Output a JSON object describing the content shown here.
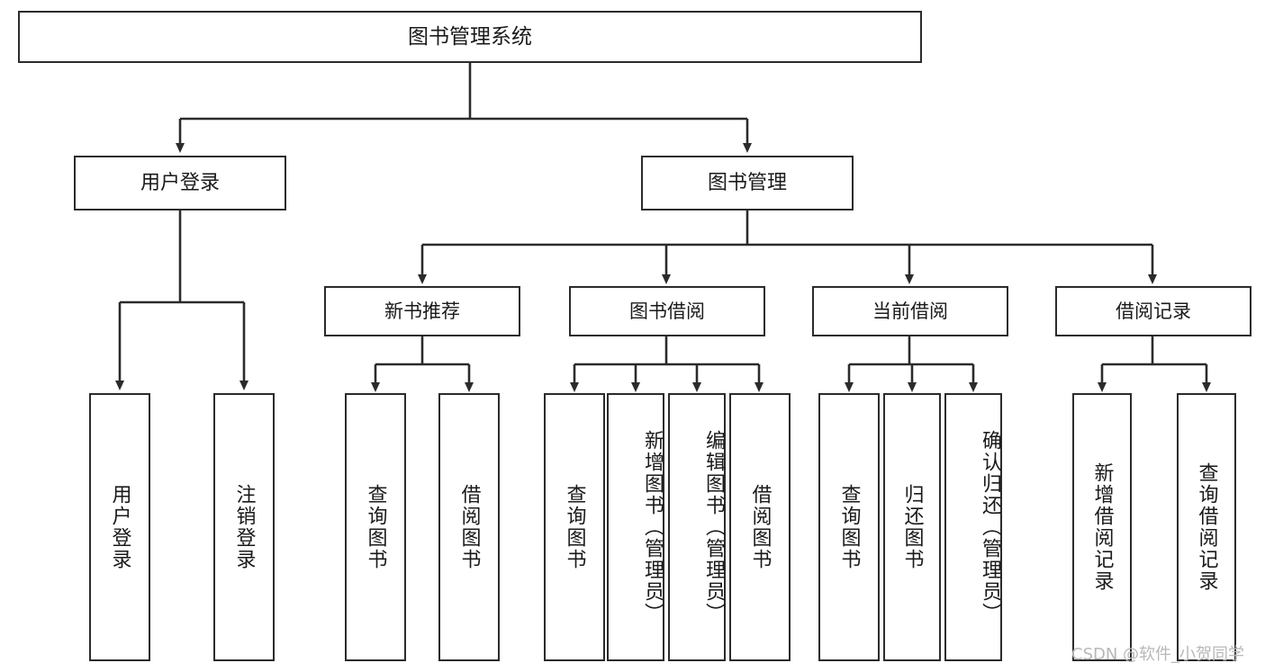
{
  "diagram": {
    "type": "tree-flowchart",
    "title": "图书管理系统",
    "root": {
      "id": "root",
      "label": "图书管理系统"
    },
    "level1": [
      {
        "id": "user-login",
        "label": "用户登录"
      },
      {
        "id": "book-manage",
        "label": "图书管理"
      }
    ],
    "level2": [
      {
        "id": "new-book-rec",
        "label": "新书推荐",
        "parent": "book-manage"
      },
      {
        "id": "book-borrow",
        "label": "图书借阅",
        "parent": "book-manage"
      },
      {
        "id": "current-borrow",
        "label": "当前借阅",
        "parent": "book-manage"
      },
      {
        "id": "borrow-record",
        "label": "借阅记录",
        "parent": "book-manage"
      }
    ],
    "leaves": [
      {
        "id": "leaf-user-login",
        "label": "用户登录",
        "parent": "user-login"
      },
      {
        "id": "leaf-user-logout",
        "label": "注销登录",
        "parent": "user-login"
      },
      {
        "id": "leaf-query-book-1",
        "label": "查询图书",
        "parent": "new-book-rec"
      },
      {
        "id": "leaf-borrow-book-1",
        "label": "借阅图书",
        "parent": "new-book-rec"
      },
      {
        "id": "leaf-query-book-2",
        "label": "查询图书",
        "parent": "book-borrow"
      },
      {
        "id": "leaf-add-book",
        "label": "新增图书（管理员）",
        "parent": "book-borrow"
      },
      {
        "id": "leaf-edit-book",
        "label": "编辑图书（管理员）",
        "parent": "book-borrow"
      },
      {
        "id": "leaf-borrow-book-2",
        "label": "借阅图书",
        "parent": "book-borrow"
      },
      {
        "id": "leaf-query-book-3",
        "label": "查询图书",
        "parent": "current-borrow"
      },
      {
        "id": "leaf-return-book",
        "label": "归还图书",
        "parent": "current-borrow"
      },
      {
        "id": "leaf-confirm-return",
        "label": "确认归还（管理员）",
        "parent": "current-borrow"
      },
      {
        "id": "leaf-add-record",
        "label": "新增借阅记录",
        "parent": "borrow-record"
      },
      {
        "id": "leaf-query-record",
        "label": "查询借阅记录",
        "parent": "borrow-record"
      }
    ]
  },
  "watermark": {
    "text": "CSDN @软件_小贺同学"
  },
  "colors": {
    "stroke": "#2b2b2b",
    "text": "#1a1a1a",
    "background": "#ffffff",
    "watermark": "#b8b8b8"
  }
}
